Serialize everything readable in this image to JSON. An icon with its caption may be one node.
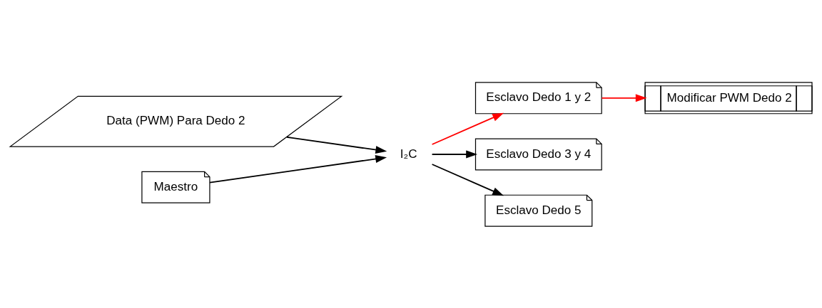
{
  "diagram": {
    "nodes": [
      {
        "text": [
          "Data (PWM) Para Dedo 2"
        ]
      },
      {
        "text": [
          "Maestro"
        ]
      },
      {
        "text": [
          "I₂C"
        ]
      },
      {
        "text": [
          "Esclavo Dedo 1 y 2"
        ]
      },
      {
        "text": [
          "Esclavo Dedo 3 y 4"
        ]
      },
      {
        "text": [
          "Esclavo Dedo 5"
        ]
      },
      {
        "text": [
          "Modificar PWM Dedo 2"
        ]
      }
    ],
    "edges": [
      {
        "from": 0,
        "to": 2,
        "arrow": "to"
      },
      {
        "from": 1,
        "to": 2,
        "arrow": "to"
      },
      {
        "from": 2,
        "to": 3,
        "arrow": "to",
        "color": "#ff0000"
      },
      {
        "from": 2,
        "to": 4,
        "arrow": "to"
      },
      {
        "from": 2,
        "to": 5,
        "arrow": "to"
      },
      {
        "from": 3,
        "to": 6,
        "arrow": "to",
        "color": "#ff0000"
      }
    ]
  }
}
